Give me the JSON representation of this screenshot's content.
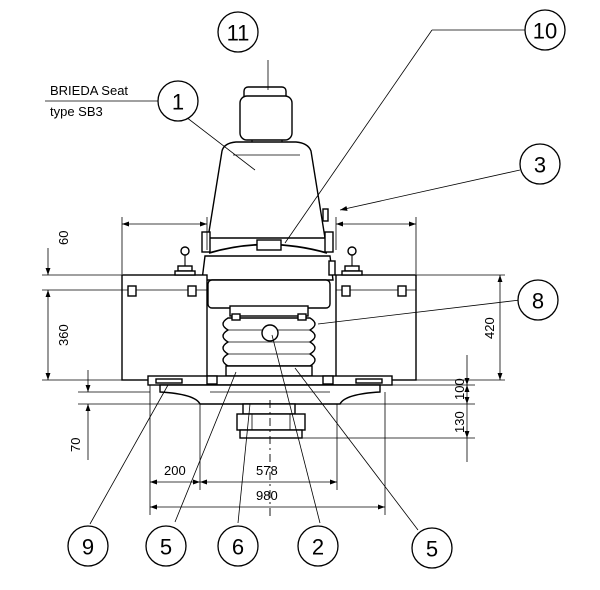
{
  "note": {
    "line1": "BRIEDA Seat",
    "line2": "type SB3"
  },
  "callouts": {
    "c1": "1",
    "c2": "2",
    "c3": "3",
    "c5a": "5",
    "c5b": "5",
    "c6": "6",
    "c8": "8",
    "c9": "9",
    "c10": "10",
    "c11": "11"
  },
  "dimensions": {
    "d60": "60",
    "d360": "360",
    "d70": "70",
    "d420": "420",
    "d100": "100",
    "d130": "130",
    "d200": "200",
    "d578": "578",
    "d980": "980"
  }
}
